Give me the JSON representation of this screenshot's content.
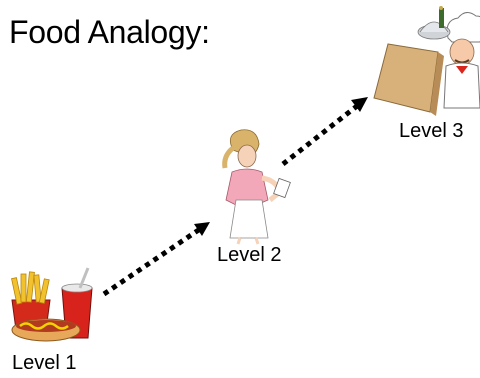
{
  "title": "Food Analogy:",
  "levels": [
    {
      "label": "Level 1",
      "icon": "fast-food-icon"
    },
    {
      "label": "Level 2",
      "icon": "waitress-icon"
    },
    {
      "label": "Level 3",
      "icon": "chef-icon"
    }
  ]
}
